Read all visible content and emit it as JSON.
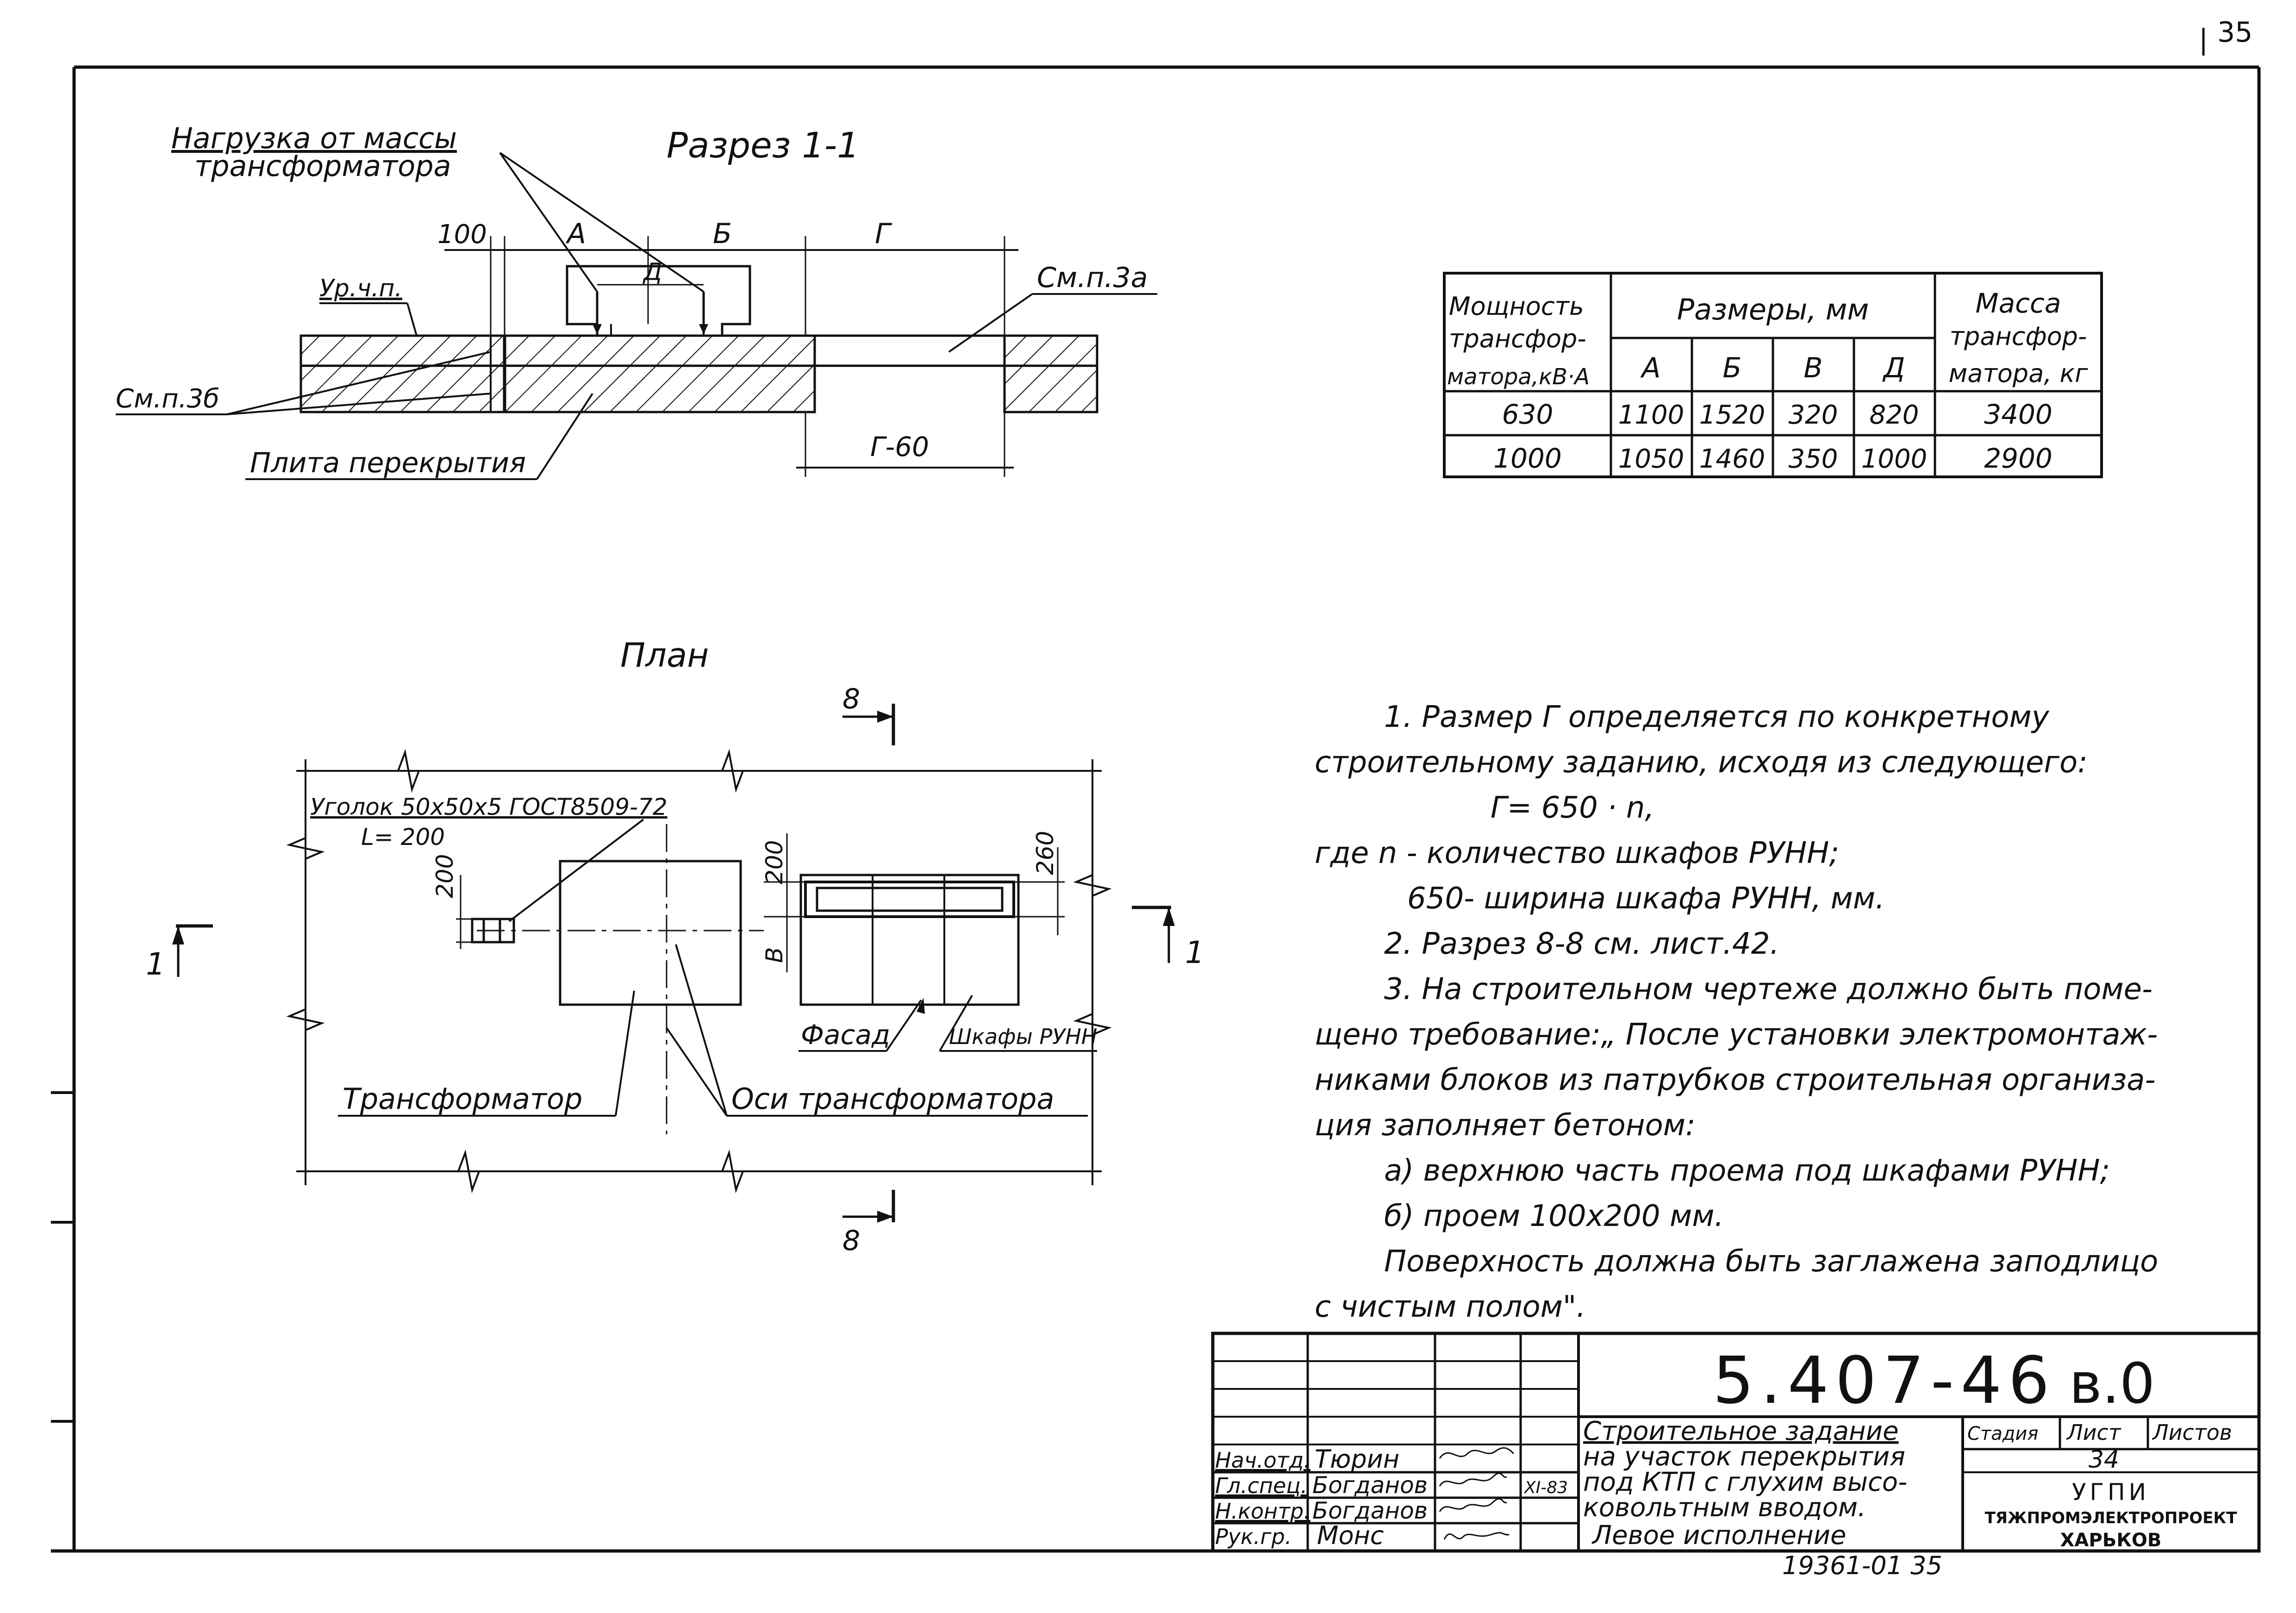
{
  "page": {
    "corner_number": "35"
  },
  "section_1_1": {
    "title": "Разрез 1-1",
    "load_label_line1": "Нагрузка от массы",
    "load_label_line2": "трансформатора",
    "dim_100": "100",
    "dim_a": "А",
    "dim_b": "Б",
    "dim_g": "Г",
    "dim_d": "Д",
    "dim_g60": "Г-60",
    "floor_level": "Ур.ч.п.",
    "ref_3a": "См.п.3а",
    "ref_3b": "См.п.3б",
    "slab_label": "Плита перекрытия"
  },
  "plan": {
    "title": "План",
    "cut_8": "8",
    "cut_1": "1",
    "angle_label": "Уголок 50х50х5 ГОСТ8509-72",
    "angle_length": "L= 200",
    "dim_200_left": "200",
    "dim_200_mid": "200",
    "dim_260": "260",
    "dim_v": "В",
    "facade_label": "Фасад",
    "cabinets_label": "Шкафы РУНН",
    "transformer_label": "Трансформатор",
    "axes_label": "Оси трансформатора"
  },
  "table": {
    "header_power": [
      "Мощность",
      "трансфор-",
      "матора,кВ·А"
    ],
    "header_sizes": "Размеры, мм",
    "header_mass": [
      "Масса",
      "трансфор-",
      "матора, кг"
    ],
    "columns": [
      "А",
      "Б",
      "В",
      "Д"
    ],
    "rows": [
      {
        "power": "630",
        "a": "1100",
        "b": "1520",
        "v": "320",
        "d": "820",
        "mass": "3400"
      },
      {
        "power": "1000",
        "a": "1050",
        "b": "1460",
        "v": "350",
        "d": "1000",
        "mass": "2900"
      }
    ]
  },
  "notes": {
    "n1_a": "1. Размер Г определяется по конкретному",
    "n1_b": "строительному заданию, исходя из следующего:",
    "n1_formula": "Г= 650 · n,",
    "n1_where": "где  n - количество шкафов РУНН;",
    "n1_650": "650- ширина шкафа РУНН, мм.",
    "n2": "2. Разрез 8-8 см. лист.42.",
    "n3_a": "3. На строительном чертеже должно быть поме-",
    "n3_b": "щено требование:„ После установки электромонтаж-",
    "n3_c": "никами блоков из патрубков строительная организа-",
    "n3_d": "ция заполняет бетоном:",
    "n3_item_a": "а) верхнюю часть проема под шкафами РУНН;",
    "n3_item_b": "б) проем 100х200 мм.",
    "n3_e": "Поверхность должна быть заглажена заподлицо",
    "n3_f": "с чистым полом\"."
  },
  "title_block": {
    "doc_code": "5.407-46",
    "variant": "в.0",
    "roles": [
      "Нач.отд.",
      "Гл.спец.",
      "Н.контр.",
      "Рук.гр."
    ],
    "names": [
      "Тюрин",
      "Богданов",
      "Богданов",
      "Монс"
    ],
    "date": "XI-83",
    "title_lines": [
      "Строительное задание",
      "на участок перекрытия",
      "под КТП с глухим высо-",
      "ковольтным вводом.",
      "Левое исполнение"
    ],
    "stage_label": "Стадия",
    "sheet_label": "Лист",
    "sheets_label": "Листов",
    "sheet_number": "34",
    "org_line1": "УГПИ",
    "org_line2": "ТЯЖПРОМЭЛЕКТРОПРОЕКТ",
    "org_line3": "ХАРЬКОВ",
    "bottom_code": "19361-01 35"
  }
}
